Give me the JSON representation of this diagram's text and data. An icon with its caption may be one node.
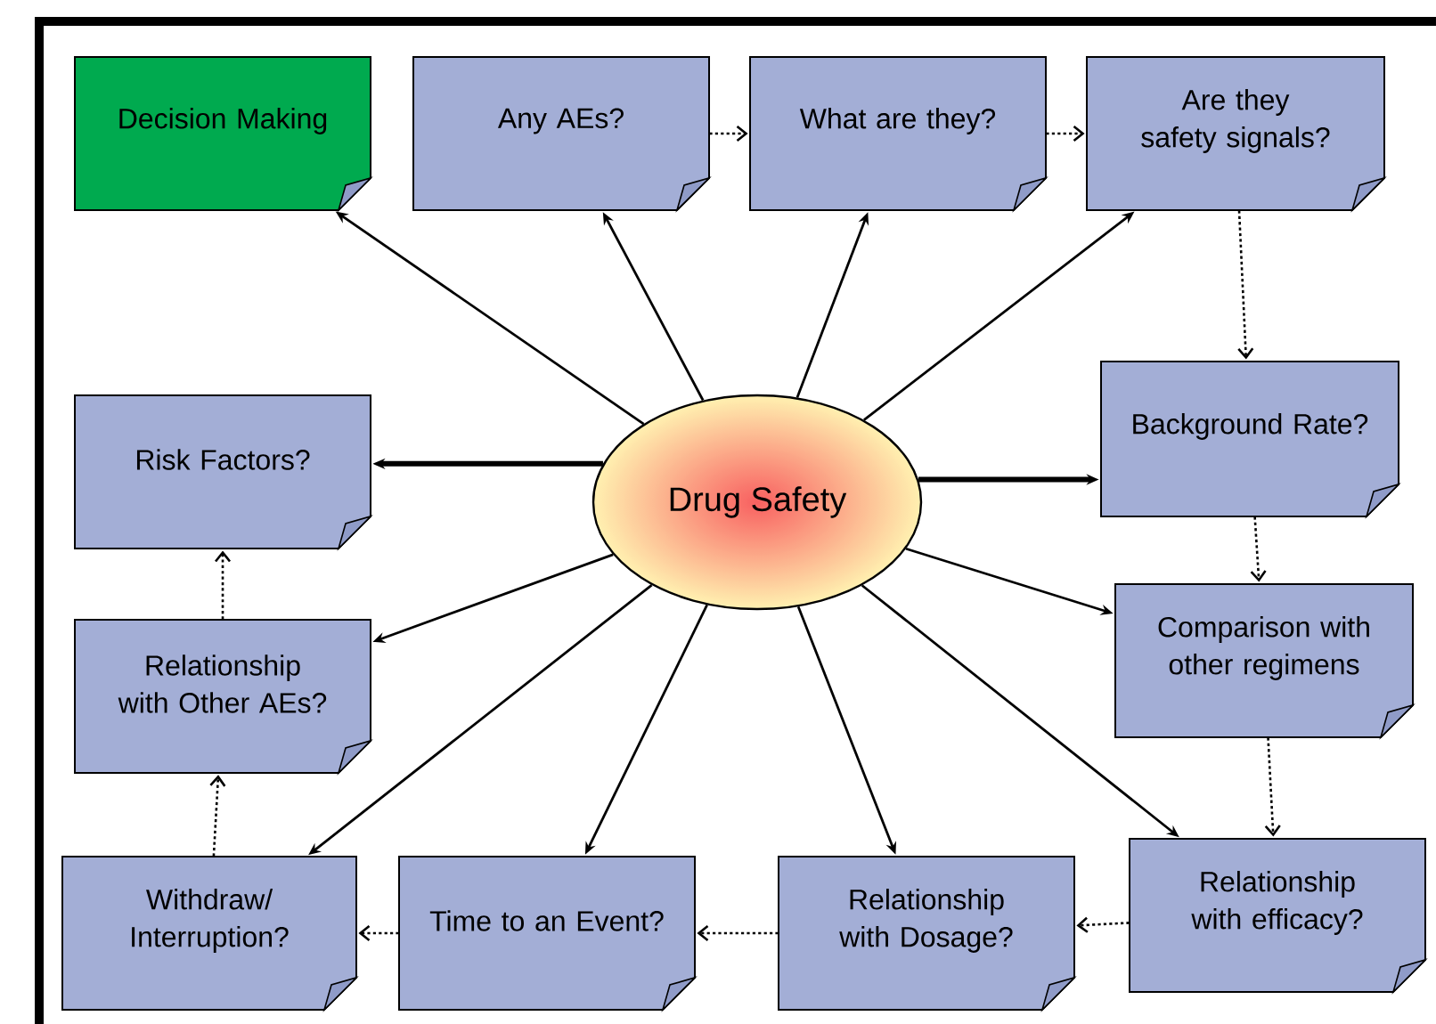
{
  "diagram": {
    "nodes": [
      {
        "text": [
          "Decision Making"
        ]
      },
      {
        "text": [
          "Any AEs?"
        ]
      },
      {
        "text": [
          "What are they?"
        ]
      },
      {
        "text": [
          "Are they safety signals?"
        ]
      },
      {
        "text": [
          "Risk Factors?"
        ]
      },
      {
        "text": [
          "Drug Safety"
        ]
      },
      {
        "text": [
          "Background Rate?"
        ]
      },
      {
        "text": [
          "Relationship with Other AEs?"
        ]
      },
      {
        "text": [
          "Comparison with other regimens"
        ]
      },
      {
        "text": [
          "Withdraw/ Interruption?"
        ]
      },
      {
        "text": [
          "Time to an Event?"
        ]
      },
      {
        "text": [
          "Relationship with Dosage?"
        ]
      },
      {
        "text": [
          "Relationship with efficacy?"
        ]
      }
    ],
    "edges": [
      {
        "from": 5,
        "to": 0,
        "arrow": "to"
      },
      {
        "from": 5,
        "to": 1,
        "arrow": "to"
      },
      {
        "from": 5,
        "to": 2,
        "arrow": "to"
      },
      {
        "from": 5,
        "to": 3,
        "arrow": "to"
      },
      {
        "from": 5,
        "to": 4,
        "arrow": "to",
        "style": "thick"
      },
      {
        "from": 5,
        "to": 6,
        "arrow": "to",
        "style": "thick"
      },
      {
        "from": 5,
        "to": 7,
        "arrow": "to"
      },
      {
        "from": 5,
        "to": 8,
        "arrow": "to"
      },
      {
        "from": 5,
        "to": 9,
        "arrow": "to"
      },
      {
        "from": 5,
        "to": 10,
        "arrow": "to"
      },
      {
        "from": 5,
        "to": 11,
        "arrow": "to"
      },
      {
        "from": 5,
        "to": 12,
        "arrow": "to"
      },
      {
        "from": 1,
        "to": 2,
        "arrow": "to",
        "style": "dashed"
      },
      {
        "from": 2,
        "to": 3,
        "arrow": "to",
        "style": "dashed"
      },
      {
        "from": 3,
        "to": 6,
        "arrow": "to",
        "style": "dashed"
      },
      {
        "from": 6,
        "to": 8,
        "arrow": "to",
        "style": "dashed"
      },
      {
        "from": 8,
        "to": 12,
        "arrow": "to",
        "style": "dashed"
      },
      {
        "from": 12,
        "to": 11,
        "arrow": "to",
        "style": "dashed"
      },
      {
        "from": 11,
        "to": 10,
        "arrow": "to",
        "style": "dashed"
      },
      {
        "from": 10,
        "to": 9,
        "arrow": "to",
        "style": "dashed"
      },
      {
        "from": 9,
        "to": 7,
        "arrow": "to",
        "style": "dashed"
      },
      {
        "from": 7,
        "to": 4,
        "arrow": "to",
        "style": "dashed"
      }
    ]
  }
}
